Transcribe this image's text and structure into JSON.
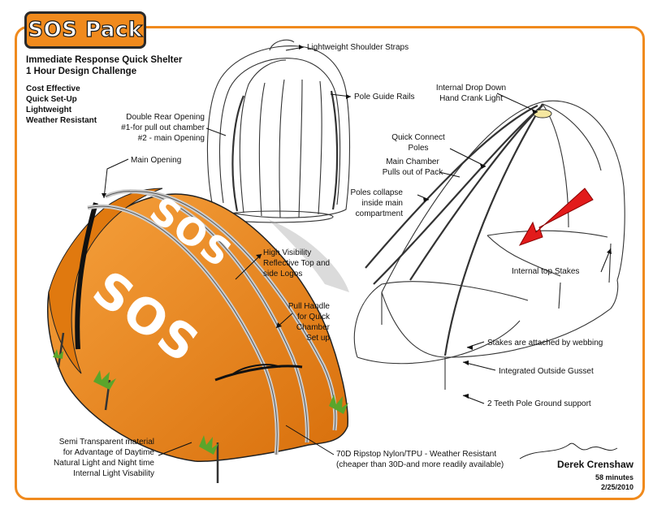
{
  "header": {
    "title": "SOS Pack",
    "subtitle_line1": "Immediate Response Quick Shelter",
    "subtitle_line2": "1 Hour Design Challenge"
  },
  "features": [
    "Cost Effective",
    "Quick Set-Up",
    "Lightweight",
    "Weather Resistant"
  ],
  "callouts": {
    "shoulder_straps": "Lightweight Shoulder Straps",
    "pole_guide_rails": "Pole Guide Rails",
    "double_rear_1": "Double Rear Opening",
    "double_rear_2": "#1-for pull out chamber",
    "double_rear_3": "#2 - main Opening",
    "main_opening": "Main Opening",
    "high_vis_1": "High Visibility",
    "high_vis_2": "Reflective Top and",
    "high_vis_3": "side Logos",
    "pull_handle_1": "Pull Handle",
    "pull_handle_2": "for Quick",
    "pull_handle_3": "Chamber",
    "pull_handle_4": "Set up",
    "internal_light_1": "Internal Drop Down",
    "internal_light_2": "Hand Crank Light",
    "quick_connect_1": "Quick Connect",
    "quick_connect_2": "Poles",
    "main_chamber_1": "Main Chamber",
    "main_chamber_2": "Pulls out of Pack",
    "poles_collapse_1": "Poles collapse",
    "poles_collapse_2": "inside main",
    "poles_collapse_3": "compartment",
    "internal_stakes": "Internal top Stakes",
    "stakes_webbing": "Stakes are attached by webbing",
    "outside_gusset": "Integrated Outside Gusset",
    "pole_ground": "2 Teeth Pole Ground support",
    "semi_1": "Semi Transparent material",
    "semi_2": "for Advantage of Daytime",
    "semi_3": "Natural Light and Night time",
    "semi_4": "Internal Light Visability",
    "ripstop_1": "70D Ripstop Nylon/TPU - Weather Resistant",
    "ripstop_2": "(cheaper than 30D-and more readily available)"
  },
  "logo_text": "SOS",
  "signature": {
    "name": "Derek Crenshaw",
    "duration": "58 minutes",
    "date": "2/25/2010"
  },
  "colors": {
    "accent": "#f08a1d",
    "tent_orange": "#ef8a1a",
    "arrow_red": "#e21b1b"
  }
}
